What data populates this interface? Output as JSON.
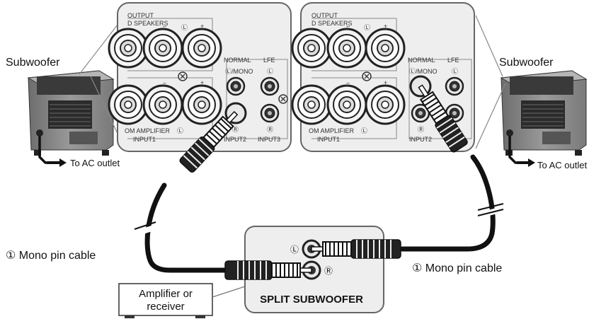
{
  "labels": {
    "subwoofer_left": "Subwoofer",
    "subwoofer_right": "Subwoofer",
    "ac_left": "To AC outlet",
    "ac_right": "To AC outlet",
    "mono_cable_left": "① Mono pin cable",
    "mono_cable_right": "① Mono pin cable",
    "amplifier_line1": "Amplifier or",
    "amplifier_line2": "receiver",
    "split": "SPLIT SUBWOOFER",
    "split_l": "Ⓛ",
    "split_r": "Ⓡ"
  },
  "panel_left": {
    "output": "OUTPUT",
    "speakers": "D SPEAKERS",
    "minus1": "–",
    "l1": "Ⓛ",
    "plus1": "+",
    "minus2": "–",
    "plus2": "+",
    "normal": "NORMAL",
    "lfe": "LFE",
    "lmono": "Ⓛ/MONO",
    "lfe_l": "Ⓛ",
    "r": "Ⓡ",
    "lfe_r": "Ⓡ",
    "amp": "OM AMPLIFIER",
    "amp_l": "Ⓛ",
    "input1": "INPUT1",
    "input2": "INPUT2",
    "input3": "INPUT3"
  },
  "panel_right": {
    "output": "OUTPUT",
    "speakers": "D SPEAKERS",
    "minus1": "–",
    "l1": "Ⓛ",
    "plus1": "+",
    "minus2": "–",
    "plus2": "+",
    "normal": "NORMAL",
    "lfe": "LFE",
    "lmono": "Ⓛ/MONO",
    "lfe_l": "Ⓛ",
    "r": "Ⓡ",
    "amp": "OM AMPLIFIER",
    "amp_l": "Ⓛ",
    "input1": "INPUT1",
    "input2": "INPUT2"
  }
}
